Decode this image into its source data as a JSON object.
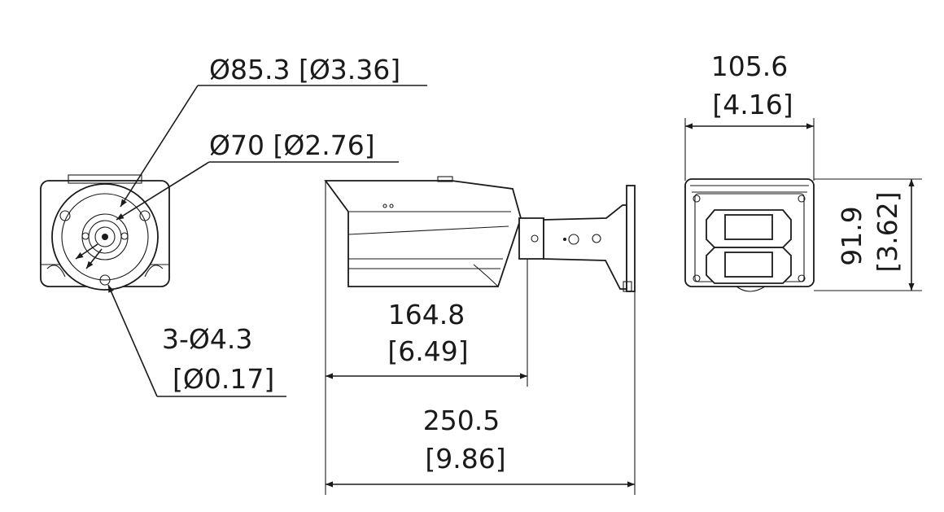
{
  "dimensions": {
    "outer_diameter": "Ø85.3 [Ø3.36]",
    "inner_diameter": "Ø70 [Ø2.76]",
    "holes_mm": "3-Ø4.3",
    "holes_in": "[Ø0.17]",
    "housing_length_mm": "164.8",
    "housing_length_in": "[6.49]",
    "total_length_mm": "250.5",
    "total_length_in": "[9.86]",
    "width_mm": "105.6",
    "width_in": "[4.16]",
    "height_mm": "91.9",
    "height_in": "[3.62]"
  }
}
